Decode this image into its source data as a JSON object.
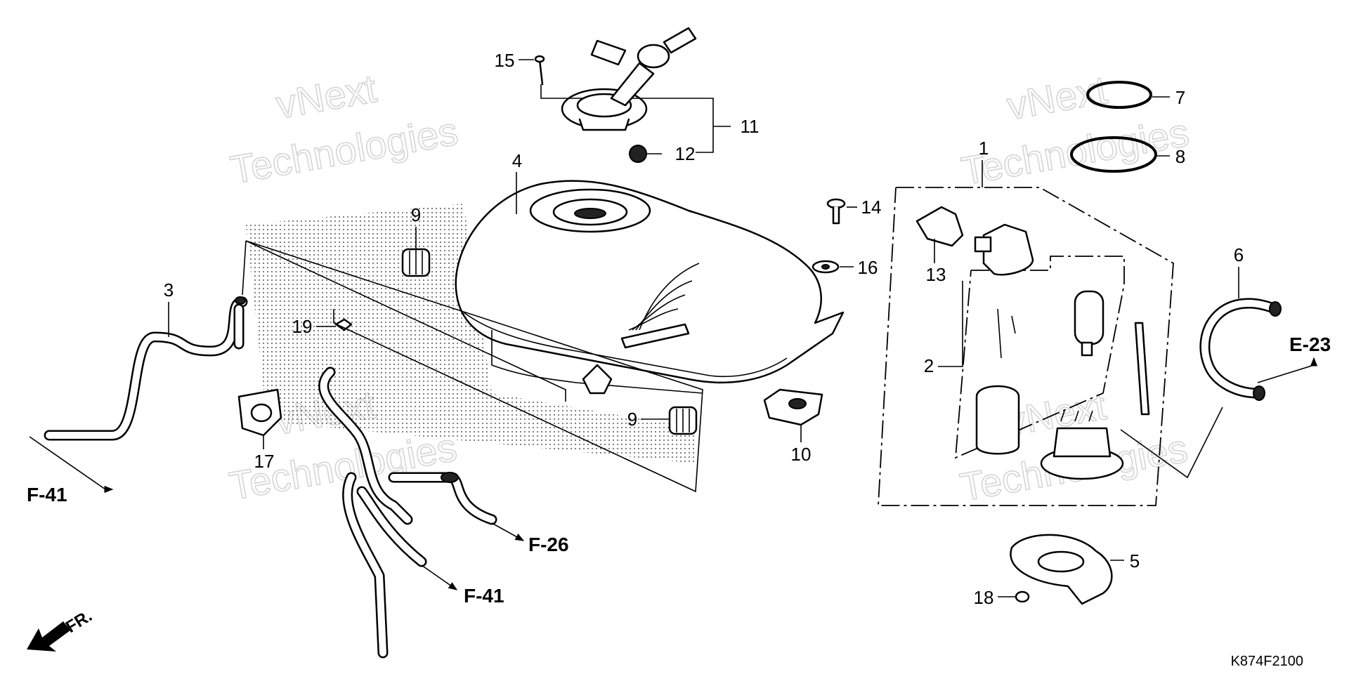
{
  "callouts": {
    "c1": "1",
    "c2": "2",
    "c3": "3",
    "c4": "4",
    "c5": "5",
    "c6": "6",
    "c7": "7",
    "c8": "8",
    "c9a": "9",
    "c9b": "9",
    "c10": "10",
    "c11": "11",
    "c12": "12",
    "c13": "13",
    "c14": "14",
    "c15": "15",
    "c16": "16",
    "c17": "17",
    "c18": "18",
    "c19": "19"
  },
  "references": {
    "f41_left": "F-41",
    "f41_bottom": "F-41",
    "f26": "F-26",
    "e23": "E-23"
  },
  "direction": {
    "label": "FR."
  },
  "watermark": {
    "line1": "vNext",
    "line2": "Technologies"
  },
  "diagram_code": "K874F2100"
}
